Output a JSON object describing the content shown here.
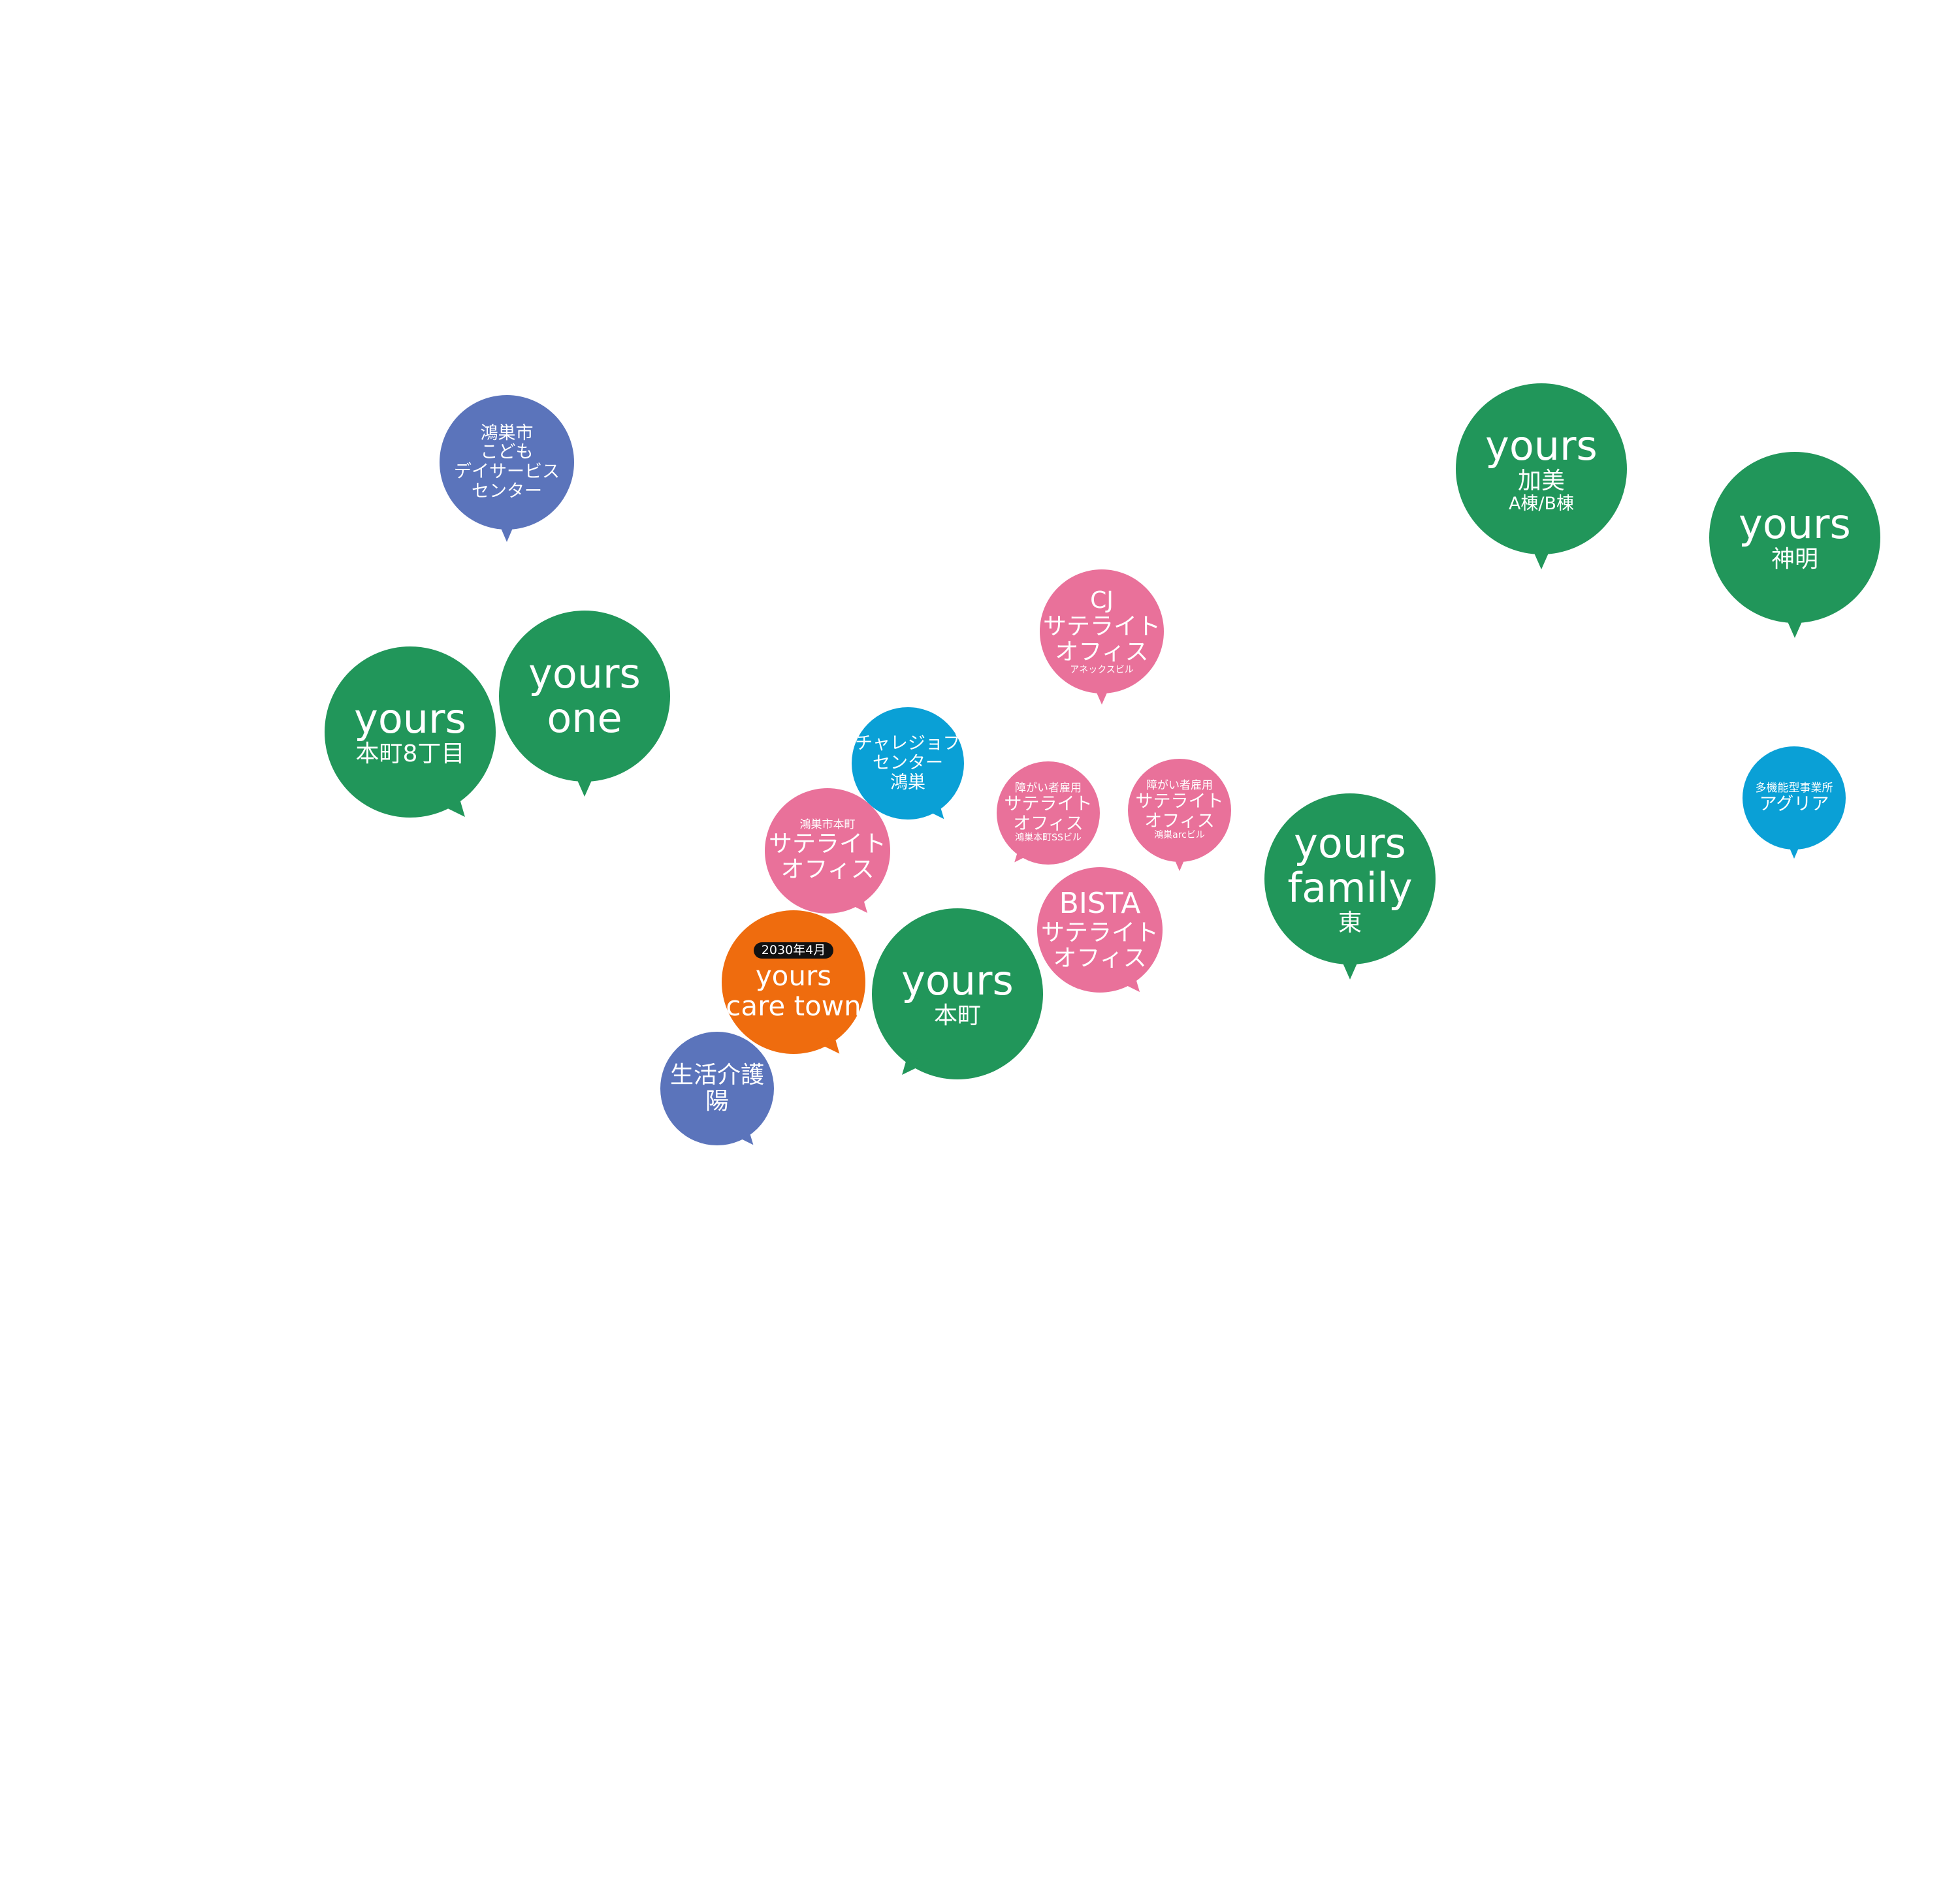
{
  "colors": {
    "green": "#21965a",
    "blue_purple": "#5b74bb",
    "pink": "#e9719a",
    "cyan": "#0aa0d6",
    "orange": "#ef6c0e",
    "black_badge": "#111111"
  },
  "pins": {
    "kounosu_kodomo": {
      "l1": "鴻巣市",
      "l2": "こども",
      "l3": "デイサービス",
      "l4": "センター"
    },
    "yours_kami": {
      "l1": "yours",
      "l2": "加美",
      "l3": "A棟/B棟"
    },
    "yours_shinmei": {
      "l1": "yours",
      "l2": "神明"
    },
    "cj_satellite": {
      "l1": "CJ",
      "l2": "サテライト",
      "l3": "オフィス",
      "l4": "アネックスビル"
    },
    "yours_honcho8": {
      "l1": "yours",
      "l2": "本町8丁目"
    },
    "yours_one": {
      "l1": "yours",
      "l2": "one"
    },
    "challenge_job": {
      "l1": "チャレジョブ",
      "l2": "センター",
      "l3": "鴻巣"
    },
    "shogai_ss": {
      "l1": "障がい者雇用",
      "l2": "サテライト",
      "l3": "オフィス",
      "l4": "鴻巣本町SSビル"
    },
    "shogai_arc": {
      "l1": "障がい者雇用",
      "l2": "サテライト",
      "l3": "オフィス",
      "l4": "鴻巣arcビル"
    },
    "agria": {
      "l1": "多機能型事業所",
      "l2": "アグリア"
    },
    "kounosu_honcho_sat": {
      "l1": "鴻巣市本町",
      "l2": "サテライト",
      "l3": "オフィス"
    },
    "yours_family": {
      "l1": "yours",
      "l2": "family",
      "l3": "東"
    },
    "bista": {
      "l1": "BISTA",
      "l2": "サテライト",
      "l3": "オフィス"
    },
    "care_town": {
      "badge": "2030年4月",
      "l1": "yours",
      "l2": "care town"
    },
    "yours_honcho": {
      "l1": "yours",
      "l2": "本町"
    },
    "seikatsu_kaigo": {
      "l1": "生活介護",
      "l2": "陽"
    }
  }
}
